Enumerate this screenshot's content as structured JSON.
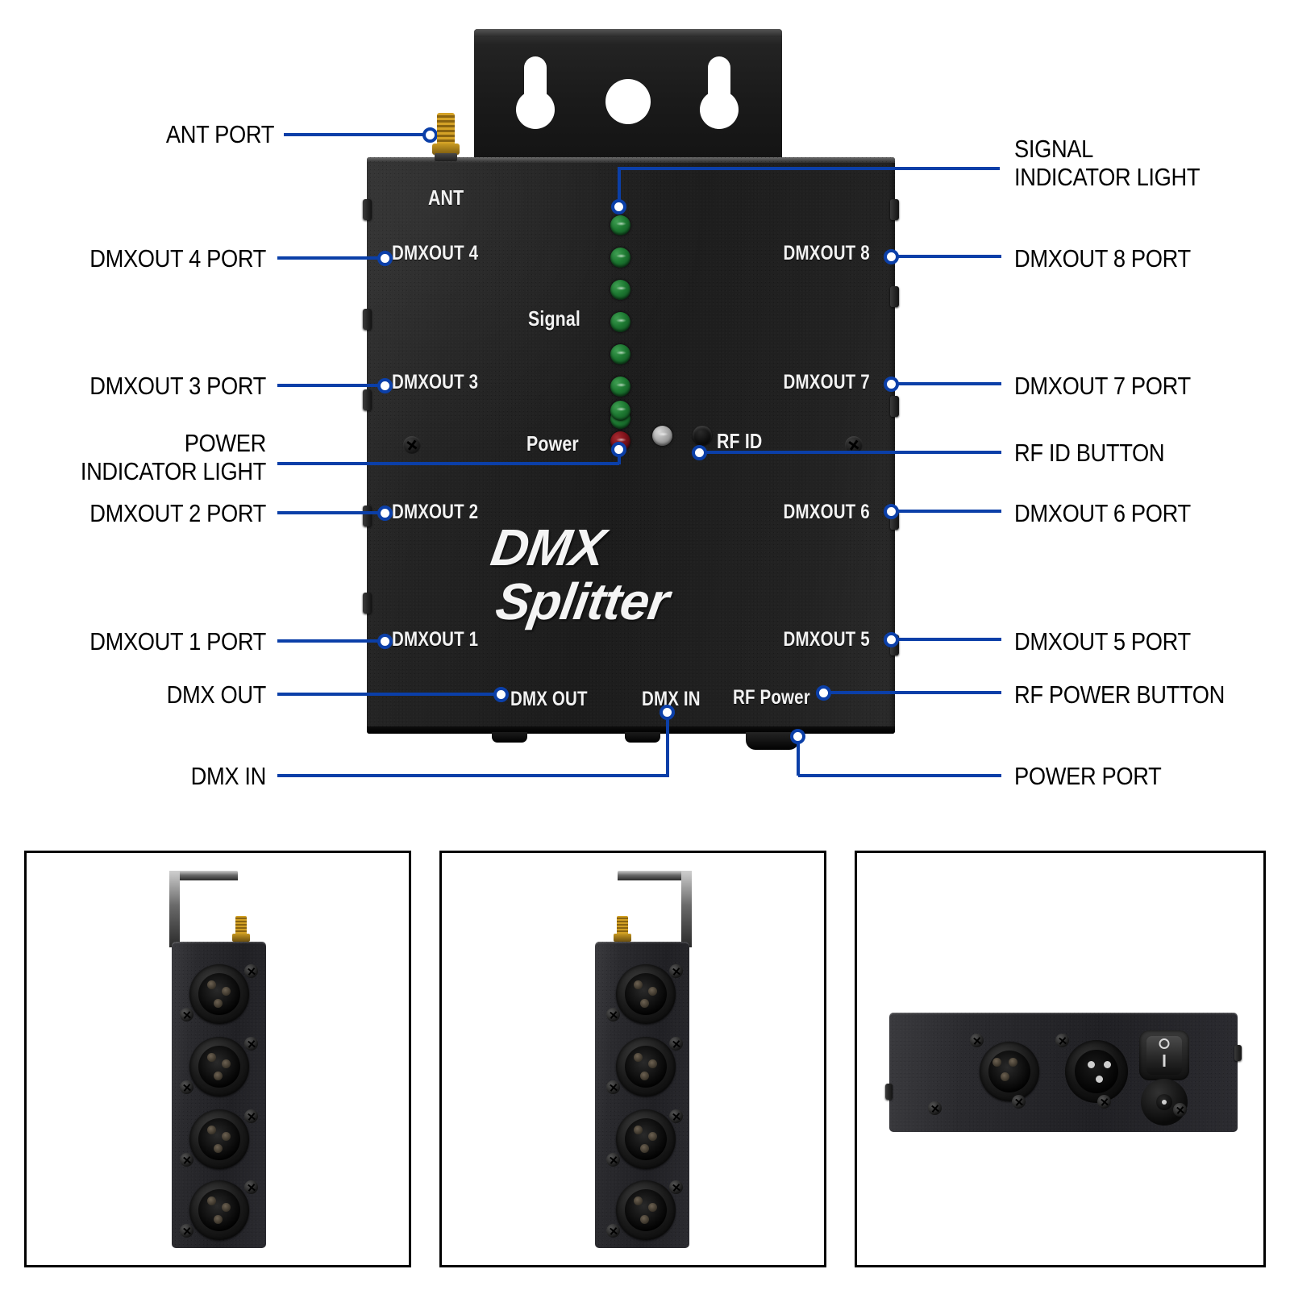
{
  "product": {
    "logo_line1": "DMX",
    "logo_line2": "Splitter",
    "device_labels": {
      "ant": "ANT",
      "dmxout4": "DMXOUT 4",
      "dmxout3": "DMXOUT 3",
      "dmxout2": "DMXOUT 2",
      "dmxout1": "DMXOUT 1",
      "dmxout8": "DMXOUT 8",
      "dmxout7": "DMXOUT 7",
      "dmxout6": "DMXOUT 6",
      "dmxout5": "DMXOUT 5",
      "signal": "Signal",
      "power": "Power",
      "rfid": "RF ID",
      "rfpower": "RF Power",
      "dmxout": "DMX OUT",
      "dmxin": "DMX IN"
    }
  },
  "callouts": {
    "left": [
      {
        "id": "ant-port",
        "text": "ANT PORT"
      },
      {
        "id": "dmxout4-port",
        "text": "DMXOUT 4 PORT"
      },
      {
        "id": "dmxout3-port",
        "text": "DMXOUT 3 PORT"
      },
      {
        "id": "power-indicator",
        "text": "POWER\nINDICATOR LIGHT"
      },
      {
        "id": "dmxout2-port",
        "text": "DMXOUT 2 PORT"
      },
      {
        "id": "dmxout1-port",
        "text": "DMXOUT 1 PORT"
      },
      {
        "id": "dmx-out",
        "text": "DMX OUT"
      },
      {
        "id": "dmx-in",
        "text": "DMX IN"
      }
    ],
    "right": [
      {
        "id": "signal-indicator",
        "text": "SIGNAL\nINDICATOR LIGHT"
      },
      {
        "id": "dmxout8-port",
        "text": "DMXOUT 8 PORT"
      },
      {
        "id": "dmxout7-port",
        "text": "DMXOUT 7 PORT"
      },
      {
        "id": "rfid-button",
        "text": "RF ID BUTTON"
      },
      {
        "id": "dmxout6-port",
        "text": "DMXOUT 6 PORT"
      },
      {
        "id": "dmxout5-port",
        "text": "DMXOUT 5 PORT"
      },
      {
        "id": "rf-power-button",
        "text": "RF POWER BUTTON"
      },
      {
        "id": "power-port",
        "text": "POWER PORT"
      }
    ]
  },
  "indicators": {
    "signal_led_count": 8,
    "signal_led_color": "#1e7a32",
    "power_led_color": "#7d1119",
    "status_led_color": "#a9a9a9"
  },
  "colors": {
    "callout_line": "#0B3FA8",
    "callout_dot_fill": "#FFFFFF",
    "label_text": "#000000",
    "device_body": "#1c1c1c",
    "device_text": "#f2f2f2",
    "panel_border": "#000000",
    "background": "#FFFFFF"
  },
  "bottom_panels": [
    {
      "id": "side-view-left",
      "view": "side view with 4 XLR output connectors, bracket on left"
    },
    {
      "id": "side-view-right",
      "view": "side view with 4 XLR output connectors, bracket on right"
    },
    {
      "id": "bottom-edge-view",
      "view": "bottom edge: XLR female in, XLR male out, power rocker switch, DC power jack"
    }
  ]
}
